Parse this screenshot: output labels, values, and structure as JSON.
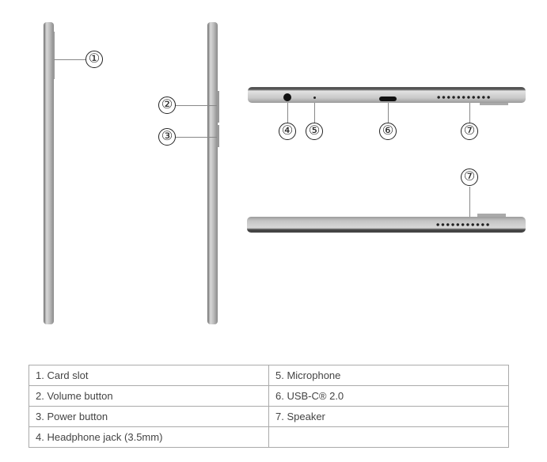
{
  "callouts": {
    "c1": "①",
    "c2": "②",
    "c3": "③",
    "c4": "④",
    "c5": "⑤",
    "c6": "⑥",
    "c7a": "⑦",
    "c7b": "⑦"
  },
  "legend": [
    [
      "1.  Card slot",
      "5.  Microphone"
    ],
    [
      "2.  Volume button",
      "6.  USB-C® 2.0"
    ],
    [
      "3.  Power button",
      "7.  Speaker"
    ],
    [
      "4.  Headphone jack (3.5mm)",
      ""
    ]
  ]
}
